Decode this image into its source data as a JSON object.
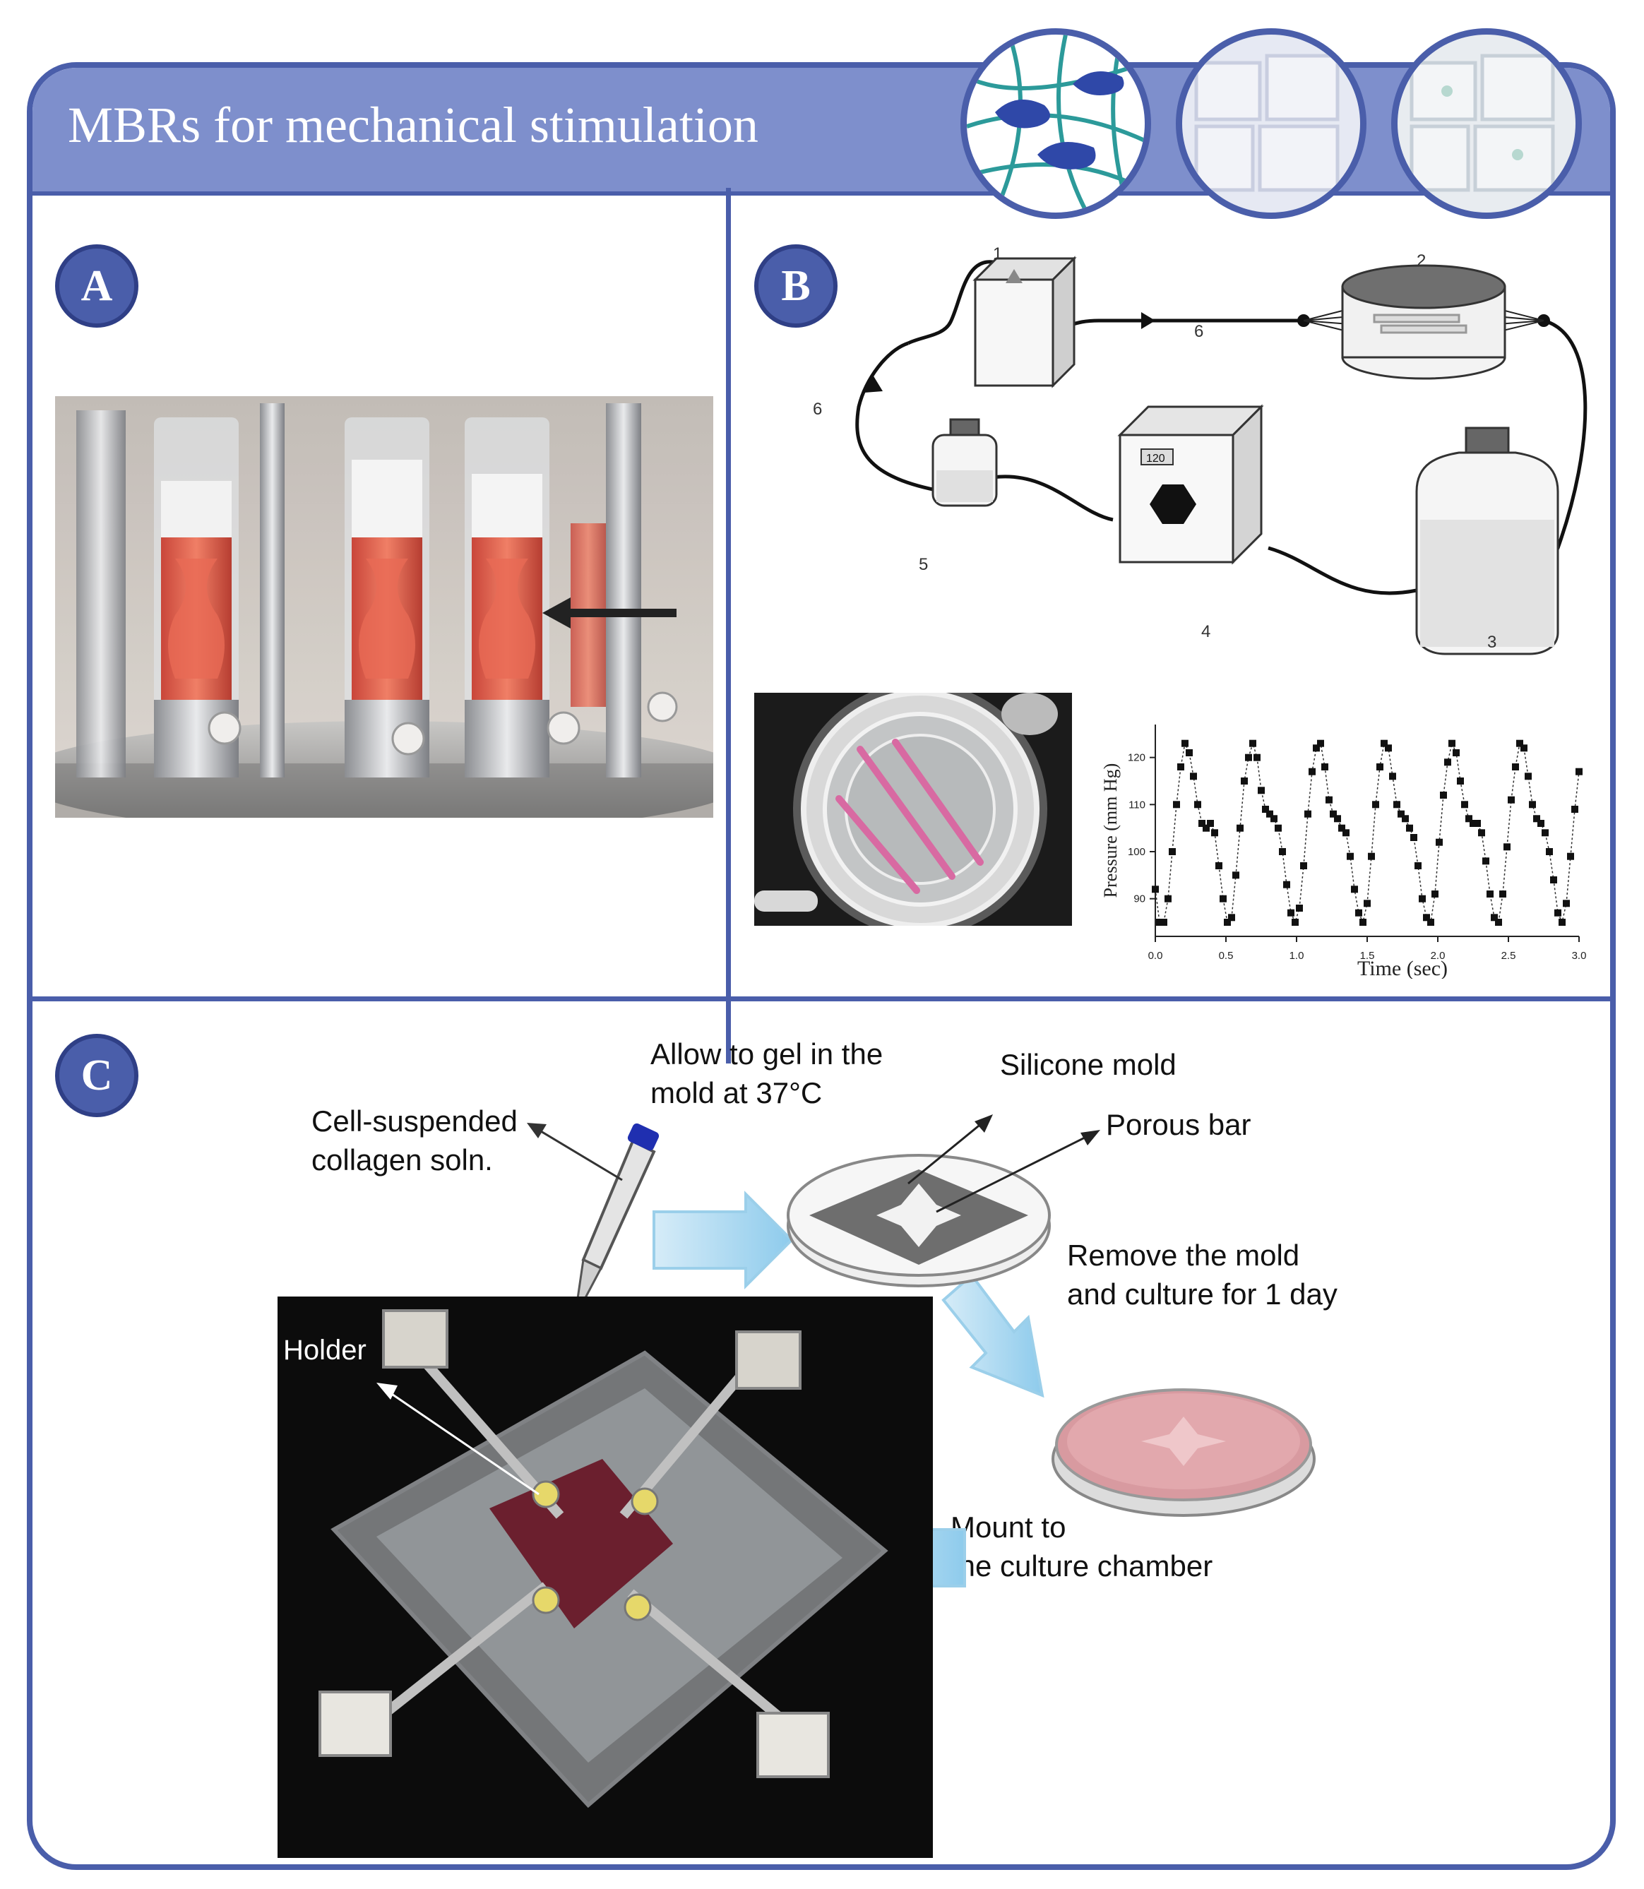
{
  "header": {
    "title": "MBRs for mechanical stimulation"
  },
  "panels": {
    "a": {
      "label": "A"
    },
    "b": {
      "label": "B",
      "diagram_numbers": [
        "1",
        "2",
        "3",
        "4",
        "5",
        "6",
        "6"
      ],
      "pump_display": "120"
    },
    "c": {
      "label": "C",
      "step_gel": [
        "Allow to gel in the",
        "mold at 37°C"
      ],
      "syringe_label": [
        "Cell-suspended",
        "collagen soln."
      ],
      "silicone_mold": "Silicone mold",
      "porous_bar": "Porous bar",
      "step_remove": [
        "Remove the mold",
        "and culture for 1 day"
      ],
      "step_mount": [
        "Mount to",
        "the culture chamber"
      ],
      "holder": "Holder"
    }
  },
  "chart_data": {
    "type": "line",
    "xlabel": "Time (sec)",
    "ylabel": "Pressure (mm Hg)",
    "xlim": [
      0,
      3.0
    ],
    "ylim": [
      82,
      127
    ],
    "xticks": [
      "0.0",
      "0.5",
      "1.0",
      "1.5",
      "2.0",
      "2.5",
      "3.0"
    ],
    "yticks": [
      "90",
      "100",
      "110",
      "120"
    ],
    "series": [
      {
        "values": [
          [
            0.0,
            92
          ],
          [
            0.03,
            85
          ],
          [
            0.06,
            85
          ],
          [
            0.09,
            90
          ],
          [
            0.12,
            100
          ],
          [
            0.15,
            110
          ],
          [
            0.18,
            118
          ],
          [
            0.21,
            123
          ],
          [
            0.24,
            121
          ],
          [
            0.27,
            116
          ],
          [
            0.3,
            110
          ],
          [
            0.33,
            106
          ],
          [
            0.36,
            105
          ],
          [
            0.39,
            106
          ],
          [
            0.42,
            104
          ],
          [
            0.45,
            97
          ],
          [
            0.48,
            90
          ],
          [
            0.51,
            85
          ],
          [
            0.54,
            86
          ],
          [
            0.57,
            95
          ],
          [
            0.6,
            105
          ],
          [
            0.63,
            115
          ],
          [
            0.66,
            120
          ],
          [
            0.69,
            123
          ],
          [
            0.72,
            120
          ],
          [
            0.75,
            113
          ],
          [
            0.78,
            109
          ],
          [
            0.81,
            108
          ],
          [
            0.84,
            107
          ],
          [
            0.87,
            105
          ],
          [
            0.9,
            100
          ],
          [
            0.93,
            93
          ],
          [
            0.96,
            87
          ],
          [
            0.99,
            85
          ],
          [
            1.02,
            88
          ],
          [
            1.05,
            97
          ],
          [
            1.08,
            108
          ],
          [
            1.11,
            117
          ],
          [
            1.14,
            122
          ],
          [
            1.17,
            123
          ],
          [
            1.2,
            118
          ],
          [
            1.23,
            111
          ],
          [
            1.26,
            108
          ],
          [
            1.29,
            107
          ],
          [
            1.32,
            105
          ],
          [
            1.35,
            104
          ],
          [
            1.38,
            99
          ],
          [
            1.41,
            92
          ],
          [
            1.44,
            87
          ],
          [
            1.47,
            85
          ],
          [
            1.5,
            89
          ],
          [
            1.53,
            99
          ],
          [
            1.56,
            110
          ],
          [
            1.59,
            118
          ],
          [
            1.62,
            123
          ],
          [
            1.65,
            122
          ],
          [
            1.68,
            116
          ],
          [
            1.71,
            110
          ],
          [
            1.74,
            108
          ],
          [
            1.77,
            107
          ],
          [
            1.8,
            105
          ],
          [
            1.83,
            103
          ],
          [
            1.86,
            97
          ],
          [
            1.89,
            90
          ],
          [
            1.92,
            86
          ],
          [
            1.95,
            85
          ],
          [
            1.98,
            91
          ],
          [
            2.01,
            102
          ],
          [
            2.04,
            112
          ],
          [
            2.07,
            119
          ],
          [
            2.1,
            123
          ],
          [
            2.13,
            121
          ],
          [
            2.16,
            115
          ],
          [
            2.19,
            110
          ],
          [
            2.22,
            107
          ],
          [
            2.25,
            106
          ],
          [
            2.28,
            106
          ],
          [
            2.31,
            104
          ],
          [
            2.34,
            98
          ],
          [
            2.37,
            91
          ],
          [
            2.4,
            86
          ],
          [
            2.43,
            85
          ],
          [
            2.46,
            91
          ],
          [
            2.49,
            101
          ],
          [
            2.52,
            111
          ],
          [
            2.55,
            118
          ],
          [
            2.58,
            123
          ],
          [
            2.61,
            122
          ],
          [
            2.64,
            116
          ],
          [
            2.67,
            110
          ],
          [
            2.7,
            107
          ],
          [
            2.73,
            106
          ],
          [
            2.76,
            104
          ],
          [
            2.79,
            100
          ],
          [
            2.82,
            94
          ],
          [
            2.85,
            87
          ],
          [
            2.88,
            85
          ],
          [
            2.91,
            89
          ],
          [
            2.94,
            99
          ],
          [
            2.97,
            109
          ],
          [
            3.0,
            117
          ]
        ]
      }
    ]
  }
}
